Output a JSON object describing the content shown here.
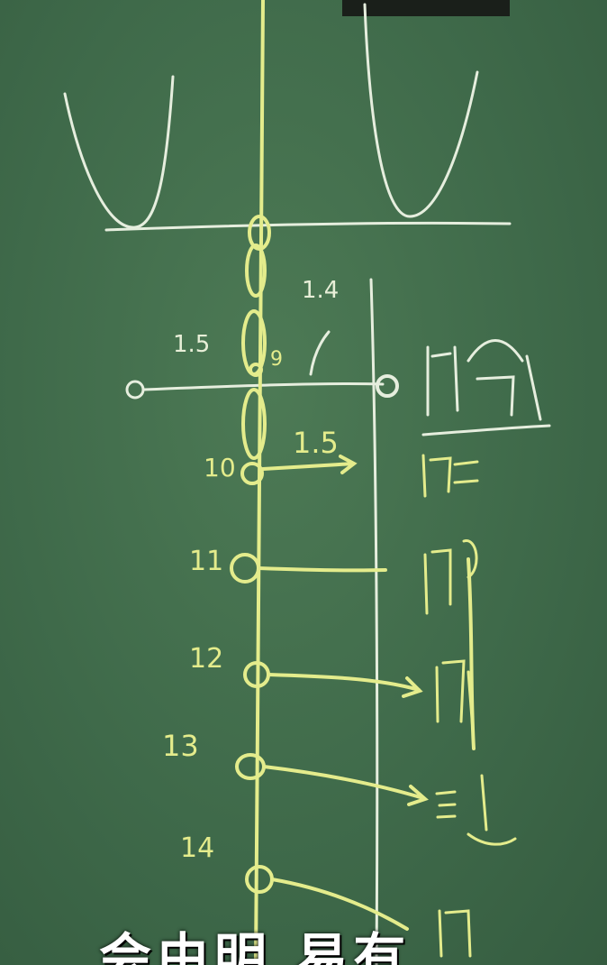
{
  "labels": {
    "dist_top": "1.5",
    "dist_right": "1.4",
    "num_9": "9",
    "num_10": "10",
    "dist_mid": "1.5",
    "num_11": "11",
    "num_12": "12",
    "num_13": "13",
    "num_14": "14"
  },
  "subtitle": "会由明 易有",
  "colors": {
    "board": "#3f6a4a",
    "chalk_white": "#e8efd8",
    "chalk_yellow": "#e4ec8c"
  }
}
